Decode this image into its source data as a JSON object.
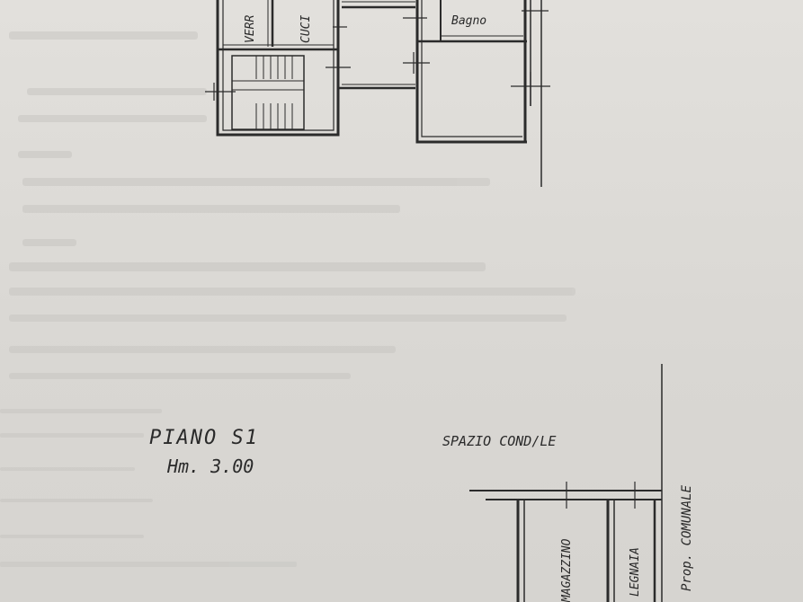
{
  "floor_label": "PIANO S1",
  "height_label": "Hm. 3.00",
  "rooms": {
    "verr": "VERR",
    "cuc": "CUCI",
    "bagno": "Bagno",
    "magazzino": "MAGAZZINO",
    "legnaia": "LEGNAIA"
  },
  "spazio": "SPAZIO COND/LE",
  "prop": "Prop. COMUNALE"
}
